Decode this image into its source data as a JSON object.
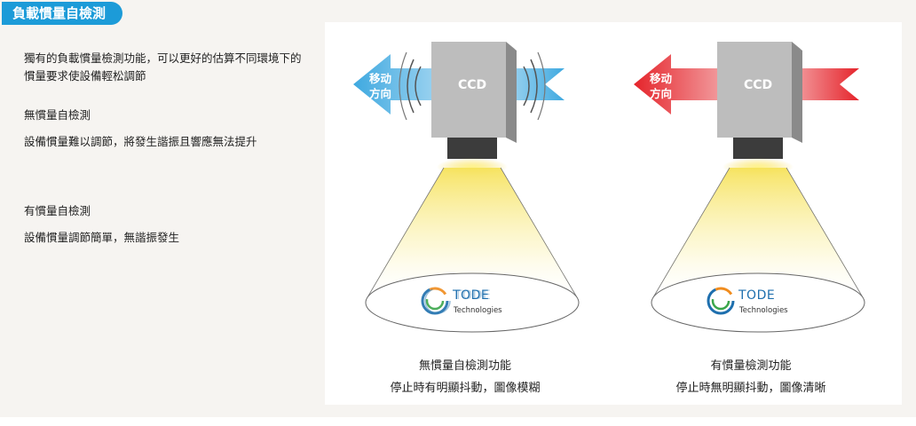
{
  "tag": "負載慣量自檢測",
  "intro": "獨有的負載慣量檢測功能，可以更好的估算不同環境下的慣量要求使設備輕松調節",
  "sections": [
    {
      "heading": "無慣量自檢測",
      "desc": "設備慣量難以調節，將發生諧振且響應無法提升"
    },
    {
      "heading": "有慣量自檢測",
      "desc": "設備慣量調節簡單，無諧振發生"
    }
  ],
  "figures": [
    {
      "ccd": "CCD",
      "arrow_line1": "移动",
      "arrow_line2": "方向",
      "logo": "TODE",
      "logo_sub": "Technologies",
      "caption1": "無慣量自檢測功能",
      "caption2": "停止時有明顯抖動，圖像模糊",
      "arrow_color": "#3fa9e0"
    },
    {
      "ccd": "CCD",
      "arrow_line1": "移动",
      "arrow_line2": "方向",
      "logo": "TODE",
      "logo_sub": "Technologies",
      "caption1": "有慣量檢測功能",
      "caption2": "停止時無明顯抖動，圖像清晰",
      "arrow_color": "#e5242b"
    }
  ]
}
